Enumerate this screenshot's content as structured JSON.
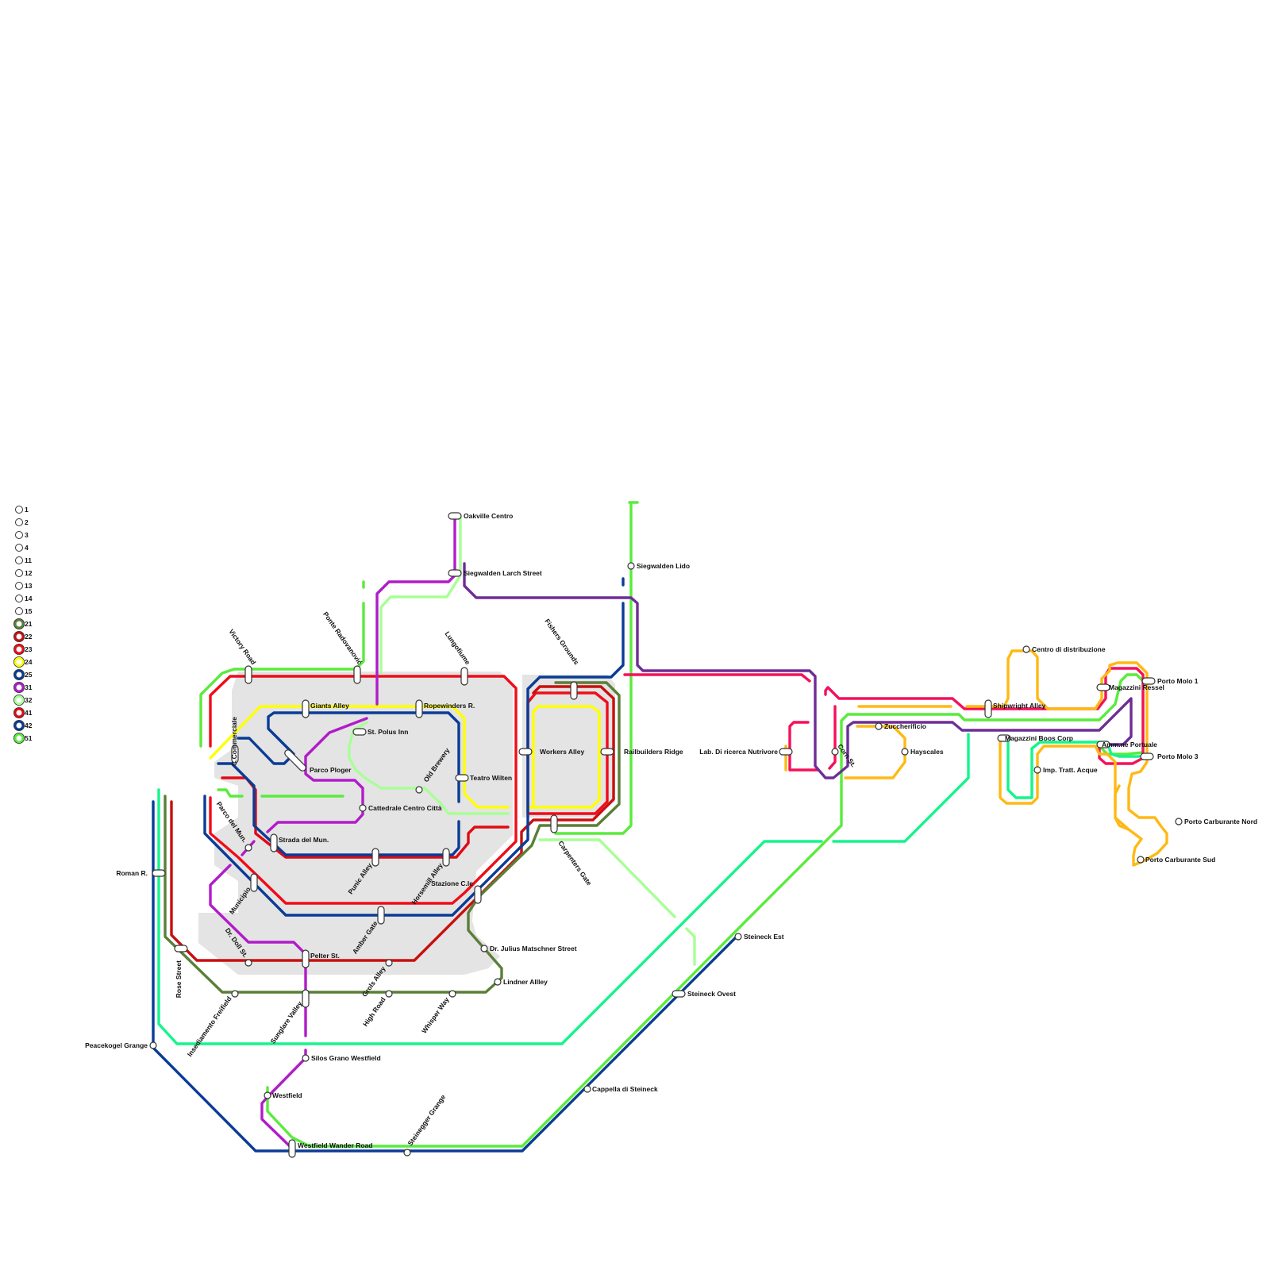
{
  "colors": {
    "c21": "#5a7f38",
    "c22": "#c80f0f",
    "c23": "#f00c18",
    "c24": "#ffff00",
    "c25": "#0a3c96",
    "c31": "#b01cc8",
    "c32": "#a8ff96",
    "c41": "#e10a14",
    "c42": "#0a3c96",
    "c51": "#5aeb3c",
    "pink": "#f5105a",
    "purple": "#6e2d96",
    "orange": "#ffb914",
    "teal": "#14f58c",
    "district": "#e4e4e4"
  },
  "legend": [
    {
      "label": "1",
      "color": "#cccccc",
      "thin": true
    },
    {
      "label": "2",
      "color": "#cccccc",
      "thin": true
    },
    {
      "label": "3",
      "color": "#cccccc",
      "thin": true
    },
    {
      "label": "4",
      "color": "#cccccc",
      "thin": true
    },
    {
      "label": "11",
      "color": "#cccccc",
      "thin": true
    },
    {
      "label": "12",
      "color": "#cccccc",
      "thin": true
    },
    {
      "label": "13",
      "color": "#cccccc",
      "thin": true
    },
    {
      "label": "14",
      "color": "#cccccc",
      "thin": true
    },
    {
      "label": "15",
      "color": "#cccccc",
      "thin": true
    },
    {
      "label": "21",
      "color": "#5a7f38",
      "thin": false
    },
    {
      "label": "22",
      "color": "#c80f0f",
      "thin": false
    },
    {
      "label": "23",
      "color": "#f00c18",
      "thin": false
    },
    {
      "label": "24",
      "color": "#ffff00",
      "thin": false
    },
    {
      "label": "25",
      "color": "#0a3c96",
      "thin": false
    },
    {
      "label": "31",
      "color": "#b01cc8",
      "thin": false
    },
    {
      "label": "32",
      "color": "#a8ff96",
      "thin": false
    },
    {
      "label": "41",
      "color": "#e10a14",
      "thin": false
    },
    {
      "label": "42",
      "color": "#0a3c96",
      "thin": false
    },
    {
      "label": "51",
      "color": "#5aeb3c",
      "thin": false
    }
  ],
  "stations": [
    {
      "name": "Oakville Centro"
    },
    {
      "name": "Siegwalden Larch Street"
    },
    {
      "name": "Siegwalden Lido"
    },
    {
      "name": "Victory Road"
    },
    {
      "name": "Ponte Radovanović"
    },
    {
      "name": "Lungofiume"
    },
    {
      "name": "Fishers Grounds"
    },
    {
      "name": "C.Commerciale"
    },
    {
      "name": "Giants Alley"
    },
    {
      "name": "Ropewinders R."
    },
    {
      "name": "St. Polus Inn"
    },
    {
      "name": "Parco Ploger"
    },
    {
      "name": "Workers Alley"
    },
    {
      "name": "Railbuilders Ridge"
    },
    {
      "name": "Teatro Wilten"
    },
    {
      "name": "Old Brewery"
    },
    {
      "name": "Cattedrale Centro Città"
    },
    {
      "name": "Strada del Mun."
    },
    {
      "name": "Parco del Mun."
    },
    {
      "name": "Punic Alley"
    },
    {
      "name": "Horsemill Alley"
    },
    {
      "name": "Carpenters Gate"
    },
    {
      "name": "Roman R."
    },
    {
      "name": "Municipio"
    },
    {
      "name": "Stazione C.le"
    },
    {
      "name": "Amber Gate"
    },
    {
      "name": "Dr. Doll St."
    },
    {
      "name": "Pelter St."
    },
    {
      "name": "Dr. Julius Matschner Street"
    },
    {
      "name": "Rose Street"
    },
    {
      "name": "Grols Alley"
    },
    {
      "name": "Lindner Allley"
    },
    {
      "name": "Insediamento Freifield"
    },
    {
      "name": "Sunglare Valley"
    },
    {
      "name": "High Road"
    },
    {
      "name": "Whisper Way"
    },
    {
      "name": "Peacekogel Grange"
    },
    {
      "name": "Silos Grano Westfield"
    },
    {
      "name": "Westfield"
    },
    {
      "name": "Westfield Wander Road"
    },
    {
      "name": "Steinegger Grange"
    },
    {
      "name": "Cappella di Steineck"
    },
    {
      "name": "Steineck Ovest"
    },
    {
      "name": "Steineck Est"
    },
    {
      "name": "Lab. Di ricerca Nutrivore"
    },
    {
      "name": "Corn St."
    },
    {
      "name": "Zuccherificio"
    },
    {
      "name": "Hayscales"
    },
    {
      "name": "Shipwright Alley"
    },
    {
      "name": "Centro di distribuzione"
    },
    {
      "name": "Magazzini Boos Corp"
    },
    {
      "name": "Imp. Tratt. Acque"
    },
    {
      "name": "Magazzini Ressel"
    },
    {
      "name": "Porto Molo 1"
    },
    {
      "name": "Amm.ne Portuale"
    },
    {
      "name": "Porto Molo 3"
    },
    {
      "name": "Porto Carburante Nord"
    },
    {
      "name": "Porto Carburante Sud"
    }
  ]
}
